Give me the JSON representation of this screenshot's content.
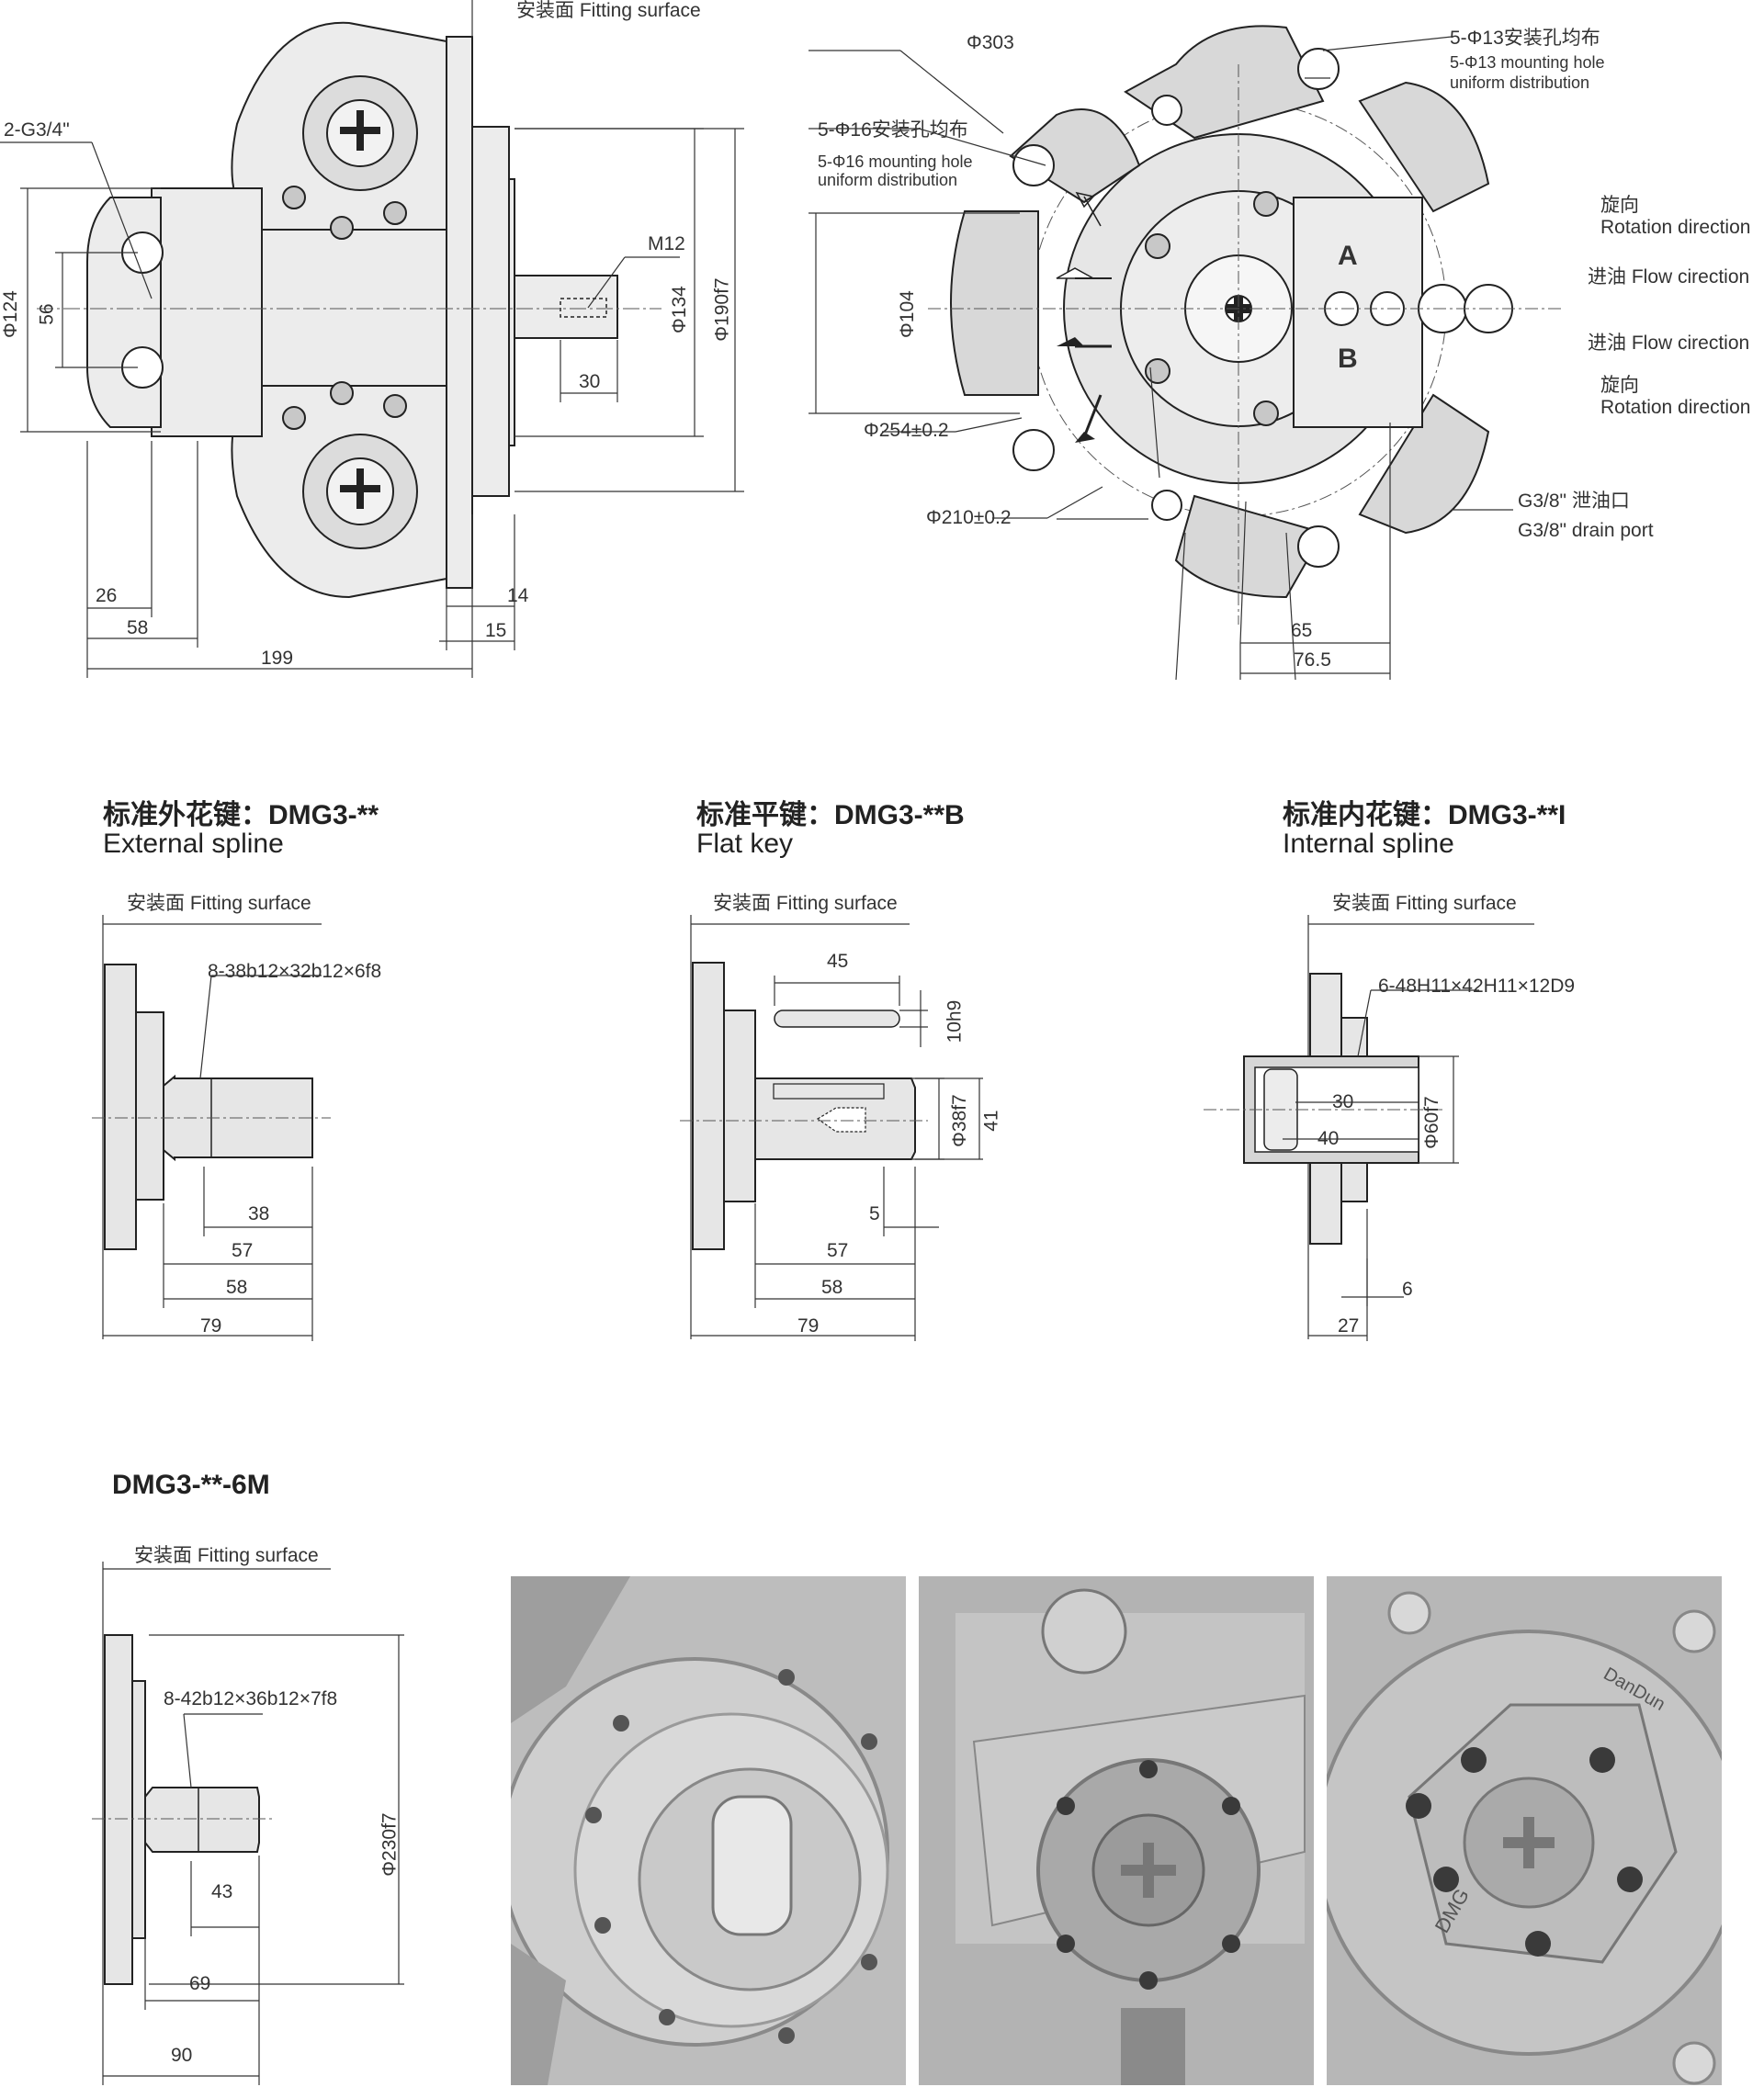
{
  "top_left": {
    "fitting_surface": "安装面 Fitting surface",
    "port_label": "2-G3/4\"",
    "thread_label": "M12",
    "dia_124": "Φ124",
    "dim_56": "56",
    "dia_134": "Φ134",
    "dia_190": "Φ190f7",
    "dim_30": "30",
    "dim_26": "26",
    "dim_58": "58",
    "dim_199": "199",
    "dim_14": "14",
    "dim_15": "15"
  },
  "top_right": {
    "dia_303": "Φ303",
    "holes13_cn": "5-Φ13安装孔均布",
    "holes13_en1": "5-Φ13 mounting hole",
    "holes13_en2": "uniform distribution",
    "holes16_cn": "5-Φ16安装孔均布",
    "holes16_en1": "5-Φ16 mounting hole",
    "holes16_en2": "uniform distribution",
    "dia_104": "Φ104",
    "dia_254": "Φ254±0.2",
    "dia_210": "Φ210±0.2",
    "port_a": "A",
    "port_b": "B",
    "rotation_cn": "旋向",
    "rotation_en": "Rotation direction",
    "flow1": "进油 Flow cirection",
    "flow2": "进油 Flow cirection",
    "rotation2_cn": "旋向",
    "rotation2_en": "Rotation direction",
    "drain_cn": "G3/8\" 泄油口",
    "drain_en": "G3/8\" drain port",
    "dim_65": "65",
    "dim_76_5": "76.5"
  },
  "ext_spline": {
    "title_cn": "标准外花键：DMG3-**",
    "title_en": "External spline",
    "fitting_surface": "安装面 Fitting surface",
    "spec": "8-38b12×32b12×6f8",
    "dims": [
      "38",
      "57",
      "58",
      "79"
    ]
  },
  "flat_key": {
    "title_cn": "标准平键：DMG3-**B",
    "title_en": "Flat key",
    "fitting_surface": "安装面 Fitting surface",
    "dim_45": "45",
    "key": "10h9",
    "dia_38": "Φ38f7",
    "dim_41": "41",
    "dims": [
      "5",
      "57",
      "58",
      "79"
    ]
  },
  "int_spline": {
    "title_cn": "标准内花键：DMG3-**I",
    "title_en": "Internal spline",
    "fitting_surface": "安装面 Fitting surface",
    "spec": "6-48H11×42H11×12D9",
    "dim_30": "30",
    "dim_40": "40",
    "dia_60": "Φ60f7",
    "dim_6": "6",
    "dim_27": "27"
  },
  "six_m": {
    "title": "DMG3-**-6M",
    "fitting_surface": "安装面 Fitting surface",
    "spec": "8-42b12×36b12×7f8",
    "dia_230": "Φ230f7",
    "dims": [
      "43",
      "69",
      "90"
    ]
  },
  "photos": {
    "stamp_1": "DanDun",
    "stamp_2": "DMG"
  }
}
